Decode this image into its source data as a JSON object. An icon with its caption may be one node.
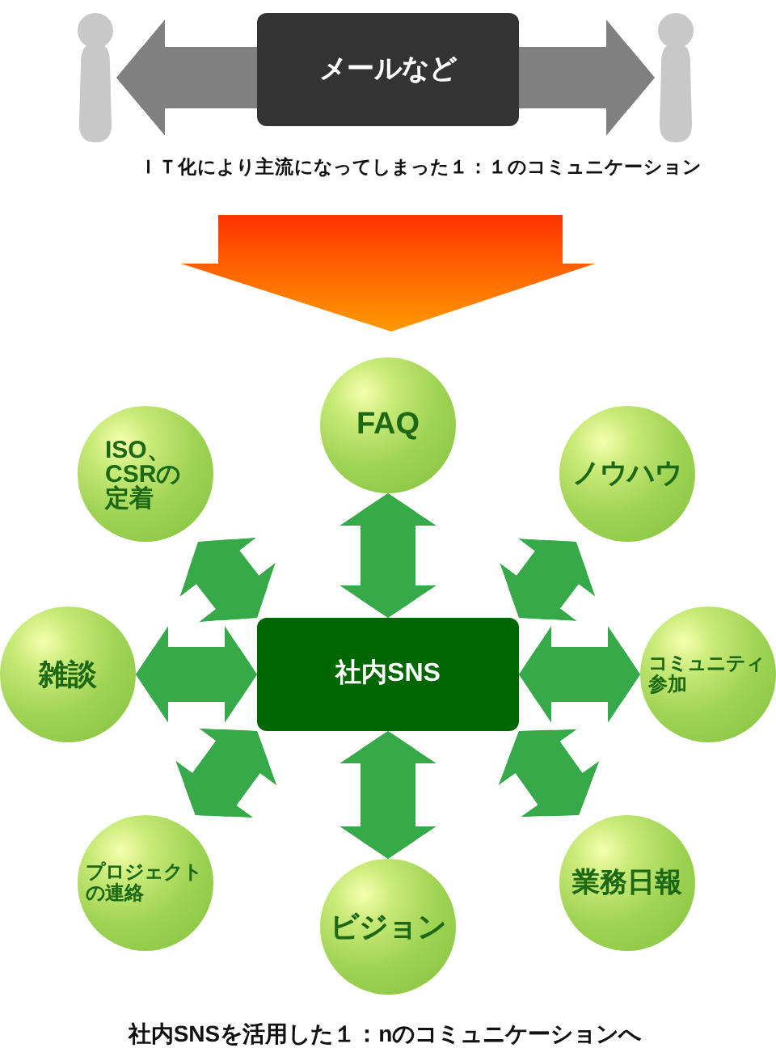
{
  "diagram": {
    "nodes": [
      {
        "text": [],
        "shape": "person"
      },
      {
        "text": [
          "メールなど"
        ]
      },
      {
        "text": [],
        "shape": "person"
      },
      {
        "text": [
          "FAQ"
        ]
      },
      {
        "text": [
          "ISO、CSRの定着"
        ]
      },
      {
        "text": [
          "ノウハウ"
        ]
      },
      {
        "text": [
          "雑談"
        ]
      },
      {
        "text": [
          "社内SNS"
        ]
      },
      {
        "text": [
          "コミュニティ参加"
        ]
      },
      {
        "text": [
          "プロジェクトの連絡"
        ]
      },
      {
        "text": [
          "業務日報"
        ]
      },
      {
        "text": [
          "ビジョン"
        ]
      }
    ],
    "edges": [
      {
        "from": 1,
        "to": 0,
        "arrow": "to",
        "color": "#808080"
      },
      {
        "from": 1,
        "to": 2,
        "arrow": "to",
        "color": "#808080"
      },
      {
        "from": 7,
        "to": 3,
        "arrow": "both"
      },
      {
        "from": 7,
        "to": 4,
        "arrow": "both"
      },
      {
        "from": 7,
        "to": 5,
        "arrow": "both"
      },
      {
        "from": 7,
        "to": 6,
        "arrow": "both"
      },
      {
        "from": 7,
        "to": 8,
        "arrow": "both"
      },
      {
        "from": 7,
        "to": 9,
        "arrow": "both"
      },
      {
        "from": 7,
        "to": 10,
        "arrow": "both"
      },
      {
        "from": 7,
        "to": 11,
        "arrow": "both"
      }
    ],
    "labels": [
      "ＩＴ化により主流になってしまった１：１のコミュニケーション",
      "社内SNSを活用した１：nのコミュニケーションへ"
    ]
  }
}
